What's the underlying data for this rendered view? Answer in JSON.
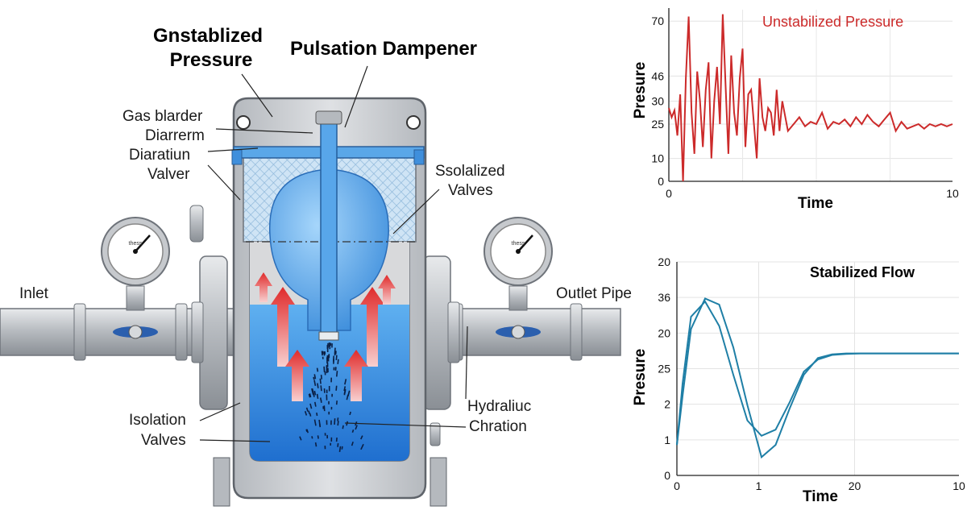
{
  "diagram": {
    "title_left_line1": "Gnstablized",
    "title_left_line2": "Pressure",
    "title_main": "Pulsation Dampener",
    "labels": {
      "gas_bladder_line1": "Gas blarder",
      "gas_bladder_line2": "Diarrerm",
      "diaphragm_line1": "Diaratiun",
      "diaphragm_line2": "Valver",
      "isolation_right_line1": "Ssolalized",
      "isolation_right_line2": "Valves",
      "inlet": "Inlet",
      "outlet": "Outlet Pipe",
      "hydraulic_line1": "Hydraliuc",
      "hydraulic_line2": "Chration",
      "isolation_left_line1": "Isolation",
      "isolation_left_line2": "Valves"
    },
    "colors": {
      "fluid": "#2f8fe0",
      "bladder": "#5aaef0",
      "housing": "#c9ccd0",
      "arrow": "#e02a2a"
    }
  },
  "chart_data": [
    {
      "type": "line",
      "title": "Unstabilized Pressure",
      "xlabel": "Time",
      "ylabel": "Presure",
      "x_ticks": [
        "0",
        "10"
      ],
      "y_ticks": [
        "0",
        "10",
        "25",
        "30",
        "46",
        "70"
      ],
      "color": "#cc2a2a",
      "grid": true,
      "series": [
        {
          "x": [
            0,
            0.1,
            0.2,
            0.3,
            0.4,
            0.5,
            0.6,
            0.7,
            0.8,
            0.9,
            1.0,
            1.1,
            1.2,
            1.3,
            1.4,
            1.5,
            1.6,
            1.7,
            1.8,
            1.9,
            2.0,
            2.1,
            2.2,
            2.3,
            2.4,
            2.5,
            2.6,
            2.7,
            2.8,
            2.9,
            3.0,
            3.1,
            3.2,
            3.3,
            3.4,
            3.5,
            3.6,
            3.7,
            3.8,
            3.9,
            4.0,
            4.2,
            4.4,
            4.6,
            4.8,
            5.0,
            5.2,
            5.4,
            5.6,
            5.8,
            6.0,
            6.2,
            6.4,
            6.6,
            6.8,
            7.0,
            7.2,
            7.4,
            7.6,
            7.8,
            8.0,
            8.2,
            8.4,
            8.6,
            8.8,
            9.0,
            9.2,
            9.4,
            9.6,
            9.8,
            10.0
          ],
          "y": [
            32,
            28,
            31,
            20,
            38,
            0,
            45,
            72,
            30,
            12,
            48,
            35,
            15,
            40,
            52,
            10,
            35,
            50,
            25,
            73,
            42,
            12,
            55,
            30,
            20,
            45,
            58,
            15,
            38,
            40,
            25,
            10,
            45,
            28,
            22,
            32,
            30,
            20,
            40,
            22,
            35,
            22,
            25,
            28,
            24,
            26,
            25,
            30,
            23,
            26,
            25,
            27,
            24,
            28,
            25,
            29,
            26,
            24,
            27,
            30,
            22,
            26,
            23,
            24,
            25,
            23,
            25,
            24,
            25,
            24,
            25
          ]
        }
      ]
    },
    {
      "type": "line",
      "title": "Stabilized Flow",
      "xlabel": "Time",
      "ylabel": "Presure",
      "x_ticks": [
        "0",
        "1",
        "20",
        "10"
      ],
      "y_ticks": [
        "0",
        "1",
        "2",
        "25",
        "20",
        "36",
        "20"
      ],
      "color": "#1f7fa6",
      "grid": true,
      "series": [
        {
          "x": [
            0,
            0.2,
            0.5,
            1,
            1.5,
            2,
            2.5,
            3,
            3.5,
            4,
            4.5,
            5,
            5.5,
            6,
            6.5,
            7,
            8,
            9,
            10
          ],
          "y": [
            1,
            3,
            5.2,
            5.7,
            4.9,
            3.3,
            1.8,
            1.3,
            1.5,
            2.4,
            3.4,
            3.8,
            3.95,
            3.98,
            4,
            4,
            4,
            4,
            4
          ]
        },
        {
          "x": [
            0,
            0.2,
            0.5,
            1,
            1.5,
            2,
            2.5,
            3,
            3.5,
            4,
            4.5,
            5,
            5.5,
            6,
            6.5,
            7,
            8,
            9,
            10
          ],
          "y": [
            1,
            2.6,
            4.8,
            5.8,
            5.6,
            4.2,
            2.3,
            0.6,
            1.0,
            2.2,
            3.3,
            3.85,
            3.97,
            4,
            4,
            4,
            4,
            4,
            4
          ]
        }
      ]
    }
  ]
}
